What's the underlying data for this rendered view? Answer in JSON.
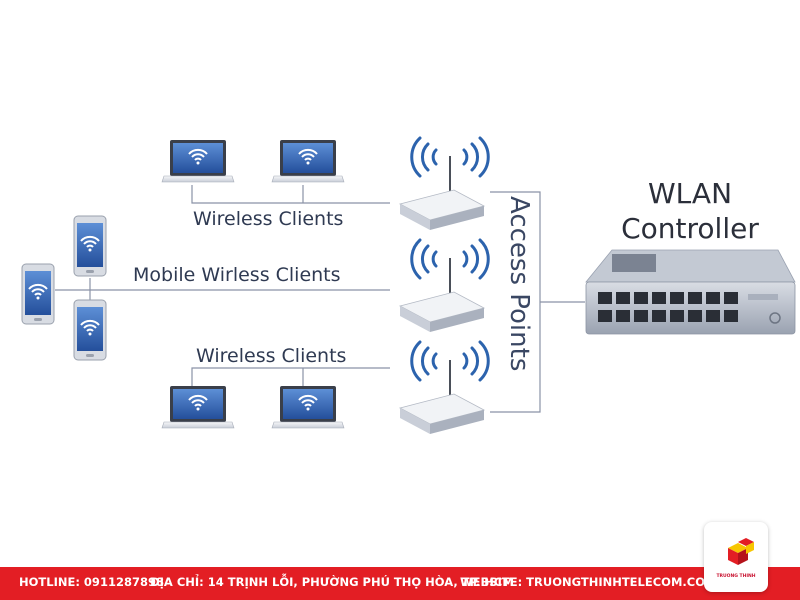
{
  "labels": {
    "wireless_clients_top": "Wireless Clients",
    "mobile_clients": "Mobile Wirless Clients",
    "wireless_clients_bottom": "Wireless Clients",
    "access_points": "Access Points",
    "wlan_controller": "WLAN Controller"
  },
  "footer": {
    "hotline": "HOTLINE: 0911287898",
    "address": "ĐỊA CHỈ: 14 TRỊNH LỖI, PHƯỜNG PHÚ THỌ HÒA, TP. HCM",
    "website": "WEBSITE: TRUONGTHINHTELECOM.COM"
  },
  "logo": {
    "text": "TRUONG THINH",
    "icon": "cube-logo"
  },
  "icons": {
    "laptop": "laptop-wifi-icon",
    "phone": "phone-wifi-icon",
    "access_point": "access-point-icon",
    "switch": "controller-switch-icon"
  },
  "colors": {
    "line": "#8a92a6",
    "screen": "#2f67b8",
    "footer": "#e31e24",
    "wave": "#2c63ad"
  }
}
